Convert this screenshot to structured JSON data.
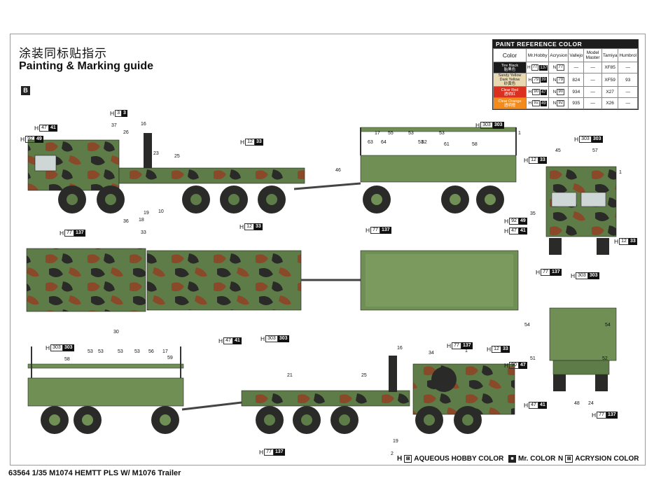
{
  "header": {
    "title_cn": "涂装同标贴指示",
    "title_en": "Painting & Marking guide",
    "section": "B"
  },
  "paint_table": {
    "title": "PAINT  REFERENCE COLOR",
    "columns": [
      "Color",
      "Mr.Hobby",
      "Acrysion",
      "Vallejo",
      "Model Master",
      "Tamiya",
      "Humbrol"
    ],
    "rows": [
      {
        "name": "Tire Black",
        "name_cn": "胎黑色",
        "swatch": "#1a1a1a",
        "text": "#ffffff",
        "mrhobby": [
          "77",
          "137"
        ],
        "acrysion": "77",
        "vallejo": "—",
        "modelmaster": "—",
        "tamiya": "XF85",
        "humbrol": "—"
      },
      {
        "name": "Sandy Yellow Dark Yellow",
        "name_cn": "砂黄色",
        "swatch": "#e9d9b0",
        "text": "#222222",
        "mrhobby": [
          "79",
          "39"
        ],
        "acrysion": "79",
        "vallejo": "824",
        "modelmaster": "—",
        "tamiya": "XF59",
        "humbrol": "93"
      },
      {
        "name": "Clear Red",
        "name_cn": "透明红",
        "swatch": "#d9301f",
        "text": "#ffffff",
        "mrhobby": [
          "90",
          "47"
        ],
        "acrysion": "90",
        "vallejo": "934",
        "modelmaster": "—",
        "tamiya": "X27",
        "humbrol": "—"
      },
      {
        "name": "Clear Orange",
        "name_cn": "透明橙",
        "swatch": "#f28a1c",
        "text": "#ffffff",
        "mrhobby": [
          "92",
          "49"
        ],
        "acrysion": "92",
        "vallejo": "935",
        "modelmaster": "—",
        "tamiya": "X26",
        "humbrol": "—"
      }
    ]
  },
  "callouts": {
    "h3_3": [
      "3",
      "3"
    ],
    "h47_41": [
      "47",
      "41"
    ],
    "h92_49": [
      "92",
      "49"
    ],
    "h12_33": [
      "12",
      "33"
    ],
    "h303_303": [
      "303",
      "303"
    ],
    "h77_137": [
      "77",
      "137"
    ]
  },
  "numbers": [
    "37",
    "26",
    "16",
    "23",
    "25",
    "17",
    "55",
    "53",
    "53",
    "53",
    "1",
    "63",
    "64",
    "62",
    "61",
    "58",
    "46",
    "19",
    "18",
    "10",
    "36",
    "45",
    "57",
    "35",
    "33",
    "30",
    "1",
    "54",
    "54",
    "51",
    "52",
    "48",
    "24",
    "53",
    "53",
    "53",
    "53",
    "56",
    "17",
    "59",
    "58",
    "16",
    "34",
    "21",
    "25",
    "19",
    "2",
    "1"
  ],
  "footer": {
    "model": "63564 1/35 M1074 HEMTT PLS W/ M1076 Trailer",
    "legend_h": "H",
    "legend_h_text": "AQUEOUS HOBBY COLOR",
    "legend_mr": "Mr. COLOR",
    "legend_n": "N",
    "legend_n_text": "ACRYSION COLOR"
  },
  "colors": {
    "green": "#5e7c48",
    "brown": "#8a4a2a",
    "black": "#2a2a28",
    "trailer_green": "#6f8f55"
  }
}
